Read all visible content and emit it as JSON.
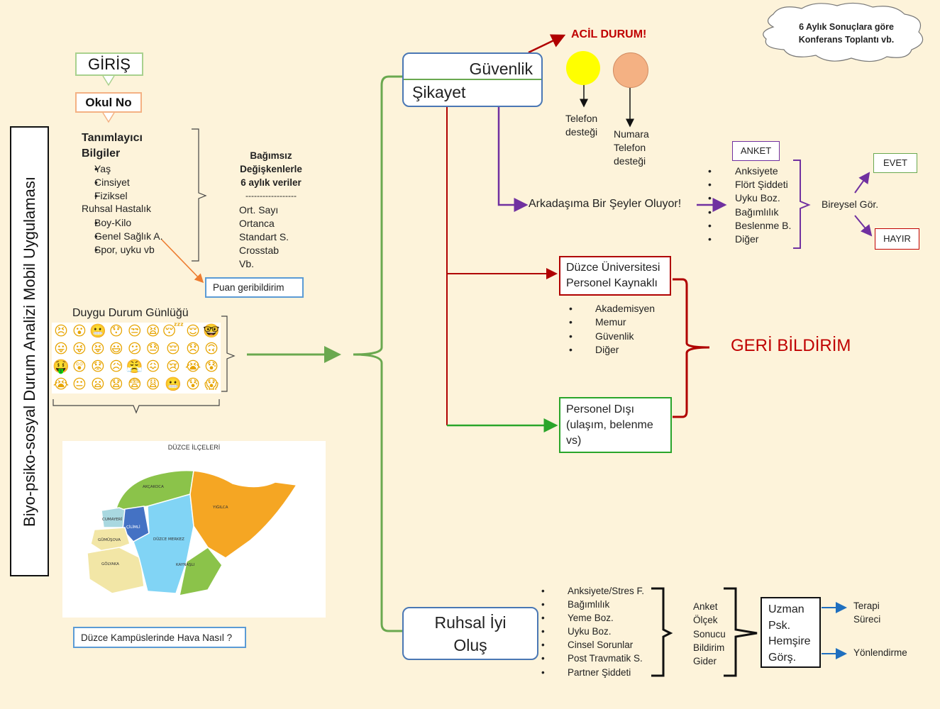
{
  "side_title": "Biyo-psiko-sosyal Durum Analizi Mobil Uygulaması",
  "giris": "GİRİŞ",
  "okul_no": "Okul No",
  "tanimlayici": {
    "title_line1": "Tanımlayıcı",
    "title_line2": "Bilgiler",
    "items": [
      "Yaş",
      "Cinsiyet",
      "Fiziksel"
    ],
    "middle": "Ruhsal Hastalık",
    "items2": [
      "Boy-Kilo",
      "Genel Sağlık A.",
      "Spor, uyku vb"
    ]
  },
  "bagimsiz": {
    "lines": [
      "Bağımsız",
      "Değişkenlerle",
      "6 aylık veriler"
    ],
    "divider": "------------------",
    "stats": [
      "Ort. Sayı",
      "Ortanca",
      "Standart S.",
      "Crosstab",
      "Vb."
    ]
  },
  "puan": "Puan geribildirim",
  "duygu": "Duygu Durum Günlüğü",
  "emojis": [
    "😣",
    "😮",
    "😬",
    "😯",
    "😒",
    "😫",
    "😴",
    "😌",
    "🤓",
    "😛",
    "😜",
    "😝",
    "😃",
    "😕",
    "😓",
    "😔",
    "😞",
    "🙃",
    "🤑",
    "😲",
    "😟",
    "😥",
    "😤",
    "😖",
    "😢",
    "😭",
    "😰",
    "😭",
    "😐",
    "😦",
    "😧",
    "😨",
    "😩",
    "😬",
    "😰",
    "😱",
    "😳"
  ],
  "map": {
    "title": "DÜZCE İLÇELERİ",
    "districts": [
      "AKÇAKOCA",
      "CUMAYERİ",
      "ÇİLİMLİ",
      "GÜMÜŞOVA",
      "DÜZCE MERKEZ",
      "GÖLYAKA",
      "KAYNAŞLI",
      "YIĞILCA"
    ]
  },
  "hava": "Düzce Kampüslerinde Hava Nasıl ?",
  "guvenlik": "Güvenlik",
  "sikayet": "Şikayet",
  "acil": "ACİL DURUM!",
  "telefon1": [
    "Telefon",
    "desteği"
  ],
  "telefon2": [
    "Numara",
    "Telefon",
    "desteği"
  ],
  "cloud": [
    "6 Aylık Sonuçlara göre",
    "Konferans Toplantı vb."
  ],
  "arkadas": "Arkadaşıma Bir Şeyler Oluyor!",
  "anket": "ANKET",
  "anket_items": [
    "Anksiyete",
    "Flört Şiddeti",
    "Uyku Boz.",
    "Bağımlılık",
    "Beslenme B.",
    "Diğer"
  ],
  "bireysel": "Bireysel Gör.",
  "evet": "EVET",
  "hayir": "HAYIR",
  "duzce_uni": [
    "Düzce Üniversitesi",
    "Personel Kaynaklı"
  ],
  "personel_items": [
    "Akademisyen",
    "Memur",
    "Güvenlik",
    "Diğer"
  ],
  "geri": "GERİ BİLDİRİM",
  "personel_disi": [
    "Personel Dışı",
    "(ulaşım, belenme",
    "vs)"
  ],
  "ruhsal": [
    "Ruhsal İyi",
    "Oluş"
  ],
  "ruhsal_items": [
    "Anksiyete/Stres F.",
    "Bağımlılık",
    "Yeme Boz.",
    "Uyku Boz.",
    "Cinsel Sorunlar",
    "Post Travmatik S.",
    "Partner Şiddeti"
  ],
  "anket_olcek": [
    "Anket",
    "Ölçek",
    "Sonucu",
    "Bildirim",
    "Gider"
  ],
  "uzman": [
    "Uzman",
    "Psk.",
    "Hemşire",
    "Görş."
  ],
  "terapi": [
    "Terapi",
    "Süreci"
  ],
  "yonlendirme": "Yönlendirme",
  "colors": {
    "green": "#6aa84f",
    "red": "#b00000",
    "purple": "#7030a0",
    "blue": "#1f6fbf",
    "yellow": "#ffff00",
    "orange_circle": "#f4b183"
  }
}
